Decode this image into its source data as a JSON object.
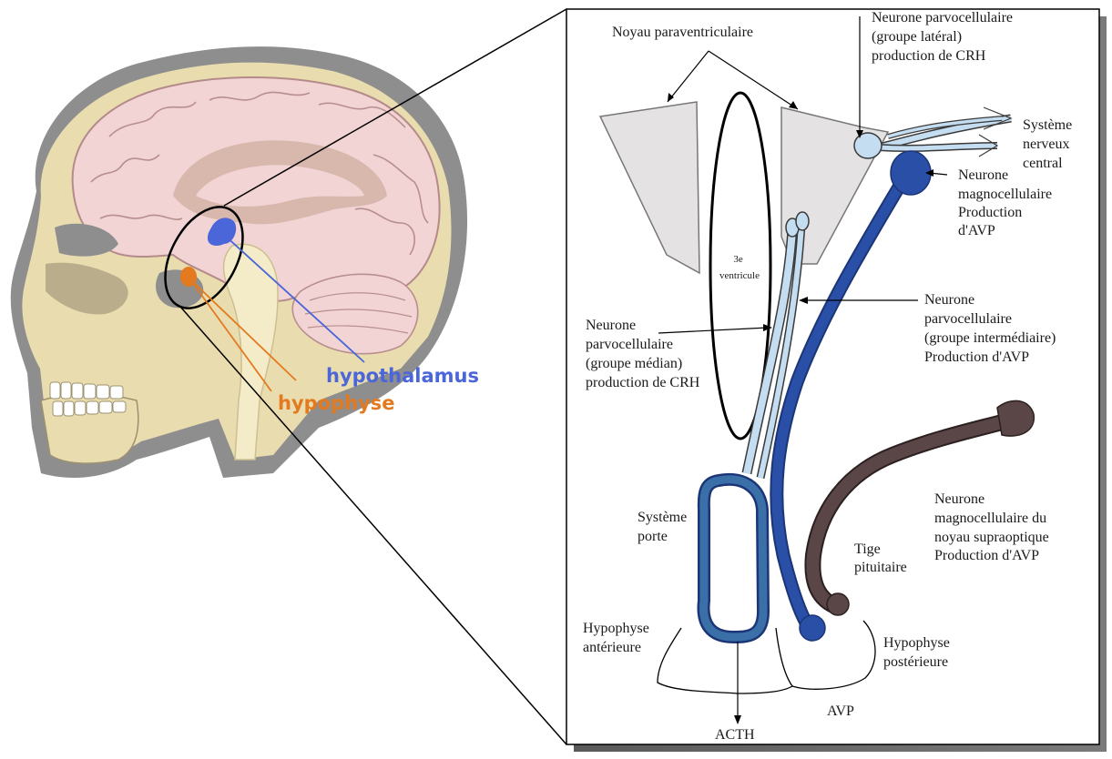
{
  "head_panel": {
    "hypothalamus": {
      "label": "hypothalamus",
      "color": "#4a66d9"
    },
    "hypophyse": {
      "label": "hypophyse",
      "color": "#e37a1f"
    }
  },
  "detail_panel": {
    "noyau_paraventriculaire": "Noyau paraventriculaire",
    "troisieme_ventricule": [
      "3e",
      "ventricule"
    ],
    "neurone_parvo_lateral": [
      "Neurone parvocellulaire",
      "(groupe latéral)",
      "production de CRH"
    ],
    "systeme_nerveux_central": [
      "Système",
      "nerveux",
      "central"
    ],
    "neurone_magno_pv": [
      "Neurone",
      "magnocellulaire",
      "Production",
      "d'AVP"
    ],
    "neurone_parvo_intermediaire": [
      "Neurone",
      "parvocellulaire",
      "(groupe intermédiaire)",
      "Production d'AVP"
    ],
    "neurone_parvo_median": [
      "Neurone",
      "parvocellulaire",
      "(groupe médian)",
      "production de CRH"
    ],
    "systeme_porte": [
      "Système",
      "porte"
    ],
    "neurone_magno_so": [
      "Neurone",
      "magnocellulaire du",
      "noyau supraoptique",
      "Production d'AVP"
    ],
    "tige_pituitaire": [
      "Tige",
      "pituitaire"
    ],
    "hypophyse_anterieure": [
      "Hypophyse",
      "antérieure"
    ],
    "hypophyse_posterieure": [
      "Hypophyse",
      "postérieure"
    ],
    "acth": "ACTH",
    "avp": "AVP"
  },
  "colors": {
    "magno_dark_blue": "#2a4fa6",
    "parvo_light_blue": "#c5ddf0",
    "supraoptic_brown": "#5a4646",
    "portal_blue": "#3a6fa8",
    "pv_nucleus_fill": "#e4e2e2"
  }
}
